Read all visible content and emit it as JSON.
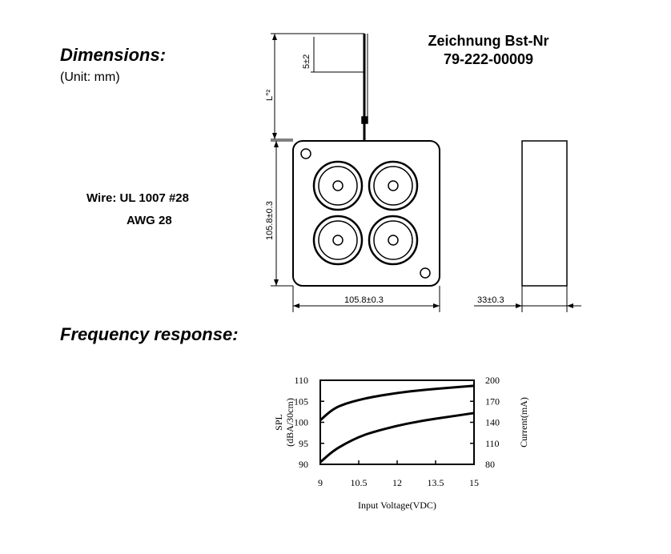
{
  "headings": {
    "dimensions": "Dimensions:",
    "unit": "(Unit: mm)",
    "frequency": "Frequency response:"
  },
  "drawing": {
    "title_line1": "Zeichnung Bst-Nr",
    "title_line2": "79-222-00009",
    "wire_line1": "Wire: UL 1007 #28",
    "wire_line2": "AWG 28",
    "lead_tip": "5±2",
    "lead_length": "L°²",
    "height": "105.8±0.3",
    "width": "105.8±0.3",
    "depth": "33±0.3"
  },
  "chart_data": {
    "type": "line",
    "xlabel": "Input Voltage(VDC)",
    "ylabel": "SPL (dBA/30cm)",
    "y2label": "Current(mA)",
    "xlim": [
      9,
      15
    ],
    "ylim": [
      90,
      110
    ],
    "y2lim": [
      80,
      200
    ],
    "xticks": [
      "9",
      "10.5",
      "12",
      "13.5",
      "15"
    ],
    "yticks": [
      "90",
      "95",
      "100",
      "105",
      "110"
    ],
    "y2ticks": [
      "80",
      "110",
      "140",
      "170",
      "200"
    ],
    "series": [
      {
        "x": [
          9,
          9.5,
          10,
          10.5,
          11,
          12,
          13,
          14,
          15
        ],
        "y": [
          100.5,
          103.2,
          104.5,
          105.3,
          106,
          107,
          107.7,
          108.2,
          108.7
        ]
      },
      {
        "x": [
          9,
          9.5,
          10,
          10.5,
          11,
          12,
          13,
          14,
          15
        ],
        "y": [
          90.5,
          93.2,
          95,
          96.5,
          97.6,
          99.2,
          100.4,
          101.3,
          102.2
        ]
      }
    ]
  }
}
